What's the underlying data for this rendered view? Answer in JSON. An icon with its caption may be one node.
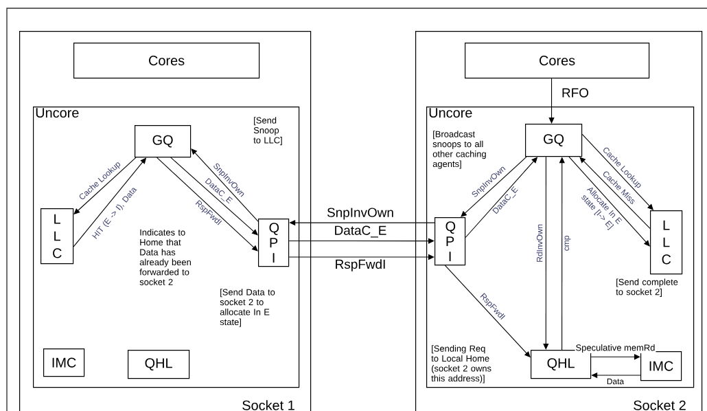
{
  "diagram": {
    "nodes": [
      {
        "text": [
          "Socket 1"
        ]
      },
      {
        "text": [
          "Cores"
        ],
        "in": 0
      },
      {
        "text": [
          "Uncore"
        ],
        "in": 0
      },
      {
        "text": [
          "GQ"
        ],
        "in": 2
      },
      {
        "text": [
          "L L C"
        ],
        "in": 2
      },
      {
        "text": [
          "Q P I"
        ],
        "in": 2
      },
      {
        "text": [
          "IMC"
        ],
        "in": 2
      },
      {
        "text": [
          "QHL"
        ],
        "in": 2
      },
      {
        "text": [
          "Socket 2"
        ]
      },
      {
        "text": [
          "Cores"
        ],
        "in": 8
      },
      {
        "text": [
          "Uncore"
        ],
        "in": 8
      },
      {
        "text": [
          "GQ"
        ],
        "in": 10
      },
      {
        "text": [
          "Q P I"
        ],
        "in": 10
      },
      {
        "text": [
          "L L C"
        ],
        "in": 10,
        "beside": [
          "[Send complete to socket 2]"
        ]
      },
      {
        "text": [
          "QHL"
        ],
        "in": 10
      },
      {
        "text": [
          "IMC"
        ],
        "in": 10
      }
    ],
    "edges": [
      {
        "from": 3,
        "to": 4,
        "arrow": "to",
        "label": "Cache Lookup"
      },
      {
        "from": 4,
        "to": 3,
        "arrow": "to",
        "label": "HIT (E -> I), Data"
      },
      {
        "from": 5,
        "to": 3,
        "arrow": "to",
        "label": "SnpInvOwn"
      },
      {
        "from": 3,
        "to": 5,
        "arrow": "to",
        "label": "DataC_E"
      },
      {
        "from": 3,
        "to": 5,
        "arrow": "to",
        "label": "RspFwdI"
      },
      {
        "from": 12,
        "to": 5,
        "arrow": "to",
        "label": "SnpInvOwn"
      },
      {
        "from": 5,
        "to": 12,
        "arrow": "to",
        "label": "DataC_E"
      },
      {
        "from": 5,
        "to": 12,
        "arrow": "to",
        "label": "RspFwdI"
      },
      {
        "from": 9,
        "to": 11,
        "arrow": "to",
        "label": "RFO"
      },
      {
        "from": 11,
        "to": 12,
        "arrow": "to",
        "label": "SnpInvOwn"
      },
      {
        "from": 12,
        "to": 11,
        "arrow": "to",
        "label": "DataC_E"
      },
      {
        "from": 11,
        "to": 14,
        "arrow": "to",
        "label": "RdInvOwn"
      },
      {
        "from": 14,
        "to": 11,
        "arrow": "to",
        "label": "cmp"
      },
      {
        "from": 11,
        "to": 13,
        "arrow": "to",
        "label": "Cache Lookup"
      },
      {
        "from": 13,
        "to": 11,
        "arrow": "to",
        "label": "Cache Miss"
      },
      {
        "from": 11,
        "to": 13,
        "arrow": "to",
        "label": "Allocate In E state [I-> E]"
      },
      {
        "from": 12,
        "to": 14,
        "arrow": "to",
        "label": "RspFwdI"
      },
      {
        "from": 14,
        "to": 15,
        "arrow": "to",
        "label": "Speculative memRd"
      },
      {
        "from": 15,
        "to": 14,
        "arrow": "to",
        "label": "Data"
      }
    ],
    "labels": [
      "[Send Snoop to LLC]",
      "Indicates to Home that Data has already been forwarded to socket 2",
      "[Send Data to socket 2 to allocate In E state]",
      "[Broadcast snoops to all other caching agents]",
      "[Sending Req to Local Home (socket 2 owns this address)]"
    ]
  }
}
